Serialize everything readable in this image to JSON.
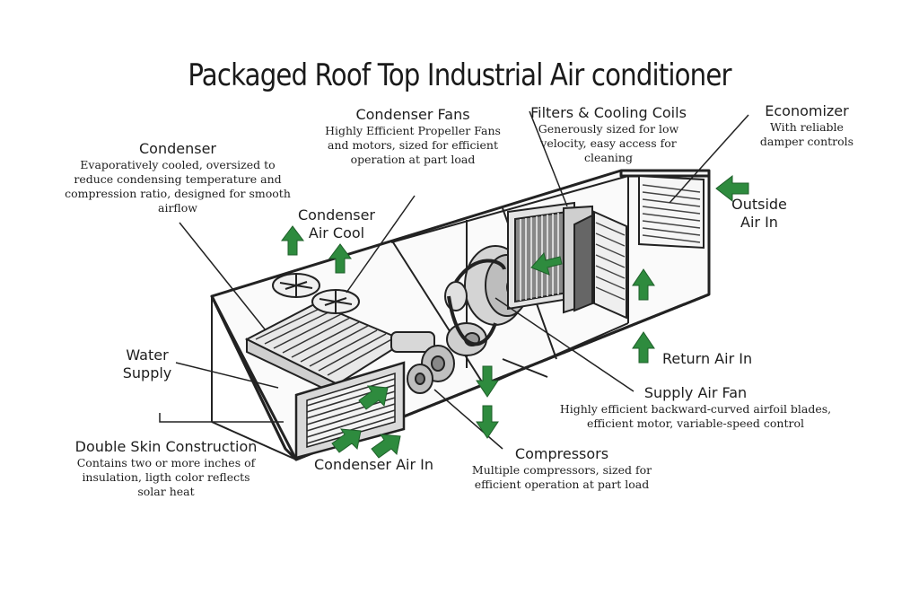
{
  "title": "Packaged Roof Top Industrial Air conditioner",
  "colors": {
    "arrow": "#2e8b3e",
    "line": "#222222",
    "fin": "#555555"
  },
  "labels": {
    "condenser": {
      "heading": "Condenser",
      "desc": "Evaporatively cooled, oversized to reduce condensing temperature and compression ratio, designed for smooth airflow"
    },
    "condenser_fans": {
      "heading": "Condenser Fans",
      "desc": "Highly Efficient Propeller Fans and motors, sized for efficient operation at part load"
    },
    "filters": {
      "heading": "Filters & Cooling Coils",
      "desc": "Generously sized for low velocity, easy access for cleaning"
    },
    "economizer": {
      "heading": "Economizer",
      "desc": "With reliable damper controls"
    },
    "condenser_air_cool": "Condenser Air Cool",
    "outside_air_in": "Outside Air In",
    "water_supply": "Water Supply",
    "return_air_in": "Return Air In",
    "supply_air_fan": {
      "heading": "Supply Air Fan",
      "desc": "Highly efficient backward-curved airfoil blades, efficient motor, variable-speed control"
    },
    "double_skin": {
      "heading": "Double Skin Construction",
      "desc": "Contains two or more inches of insulation, ligth color reflects solar heat"
    },
    "condenser_air_in": "Condenser Air In",
    "compressors": {
      "heading": "Compressors",
      "desc": "Multiple compressors, sized for efficient operation at part load"
    }
  }
}
